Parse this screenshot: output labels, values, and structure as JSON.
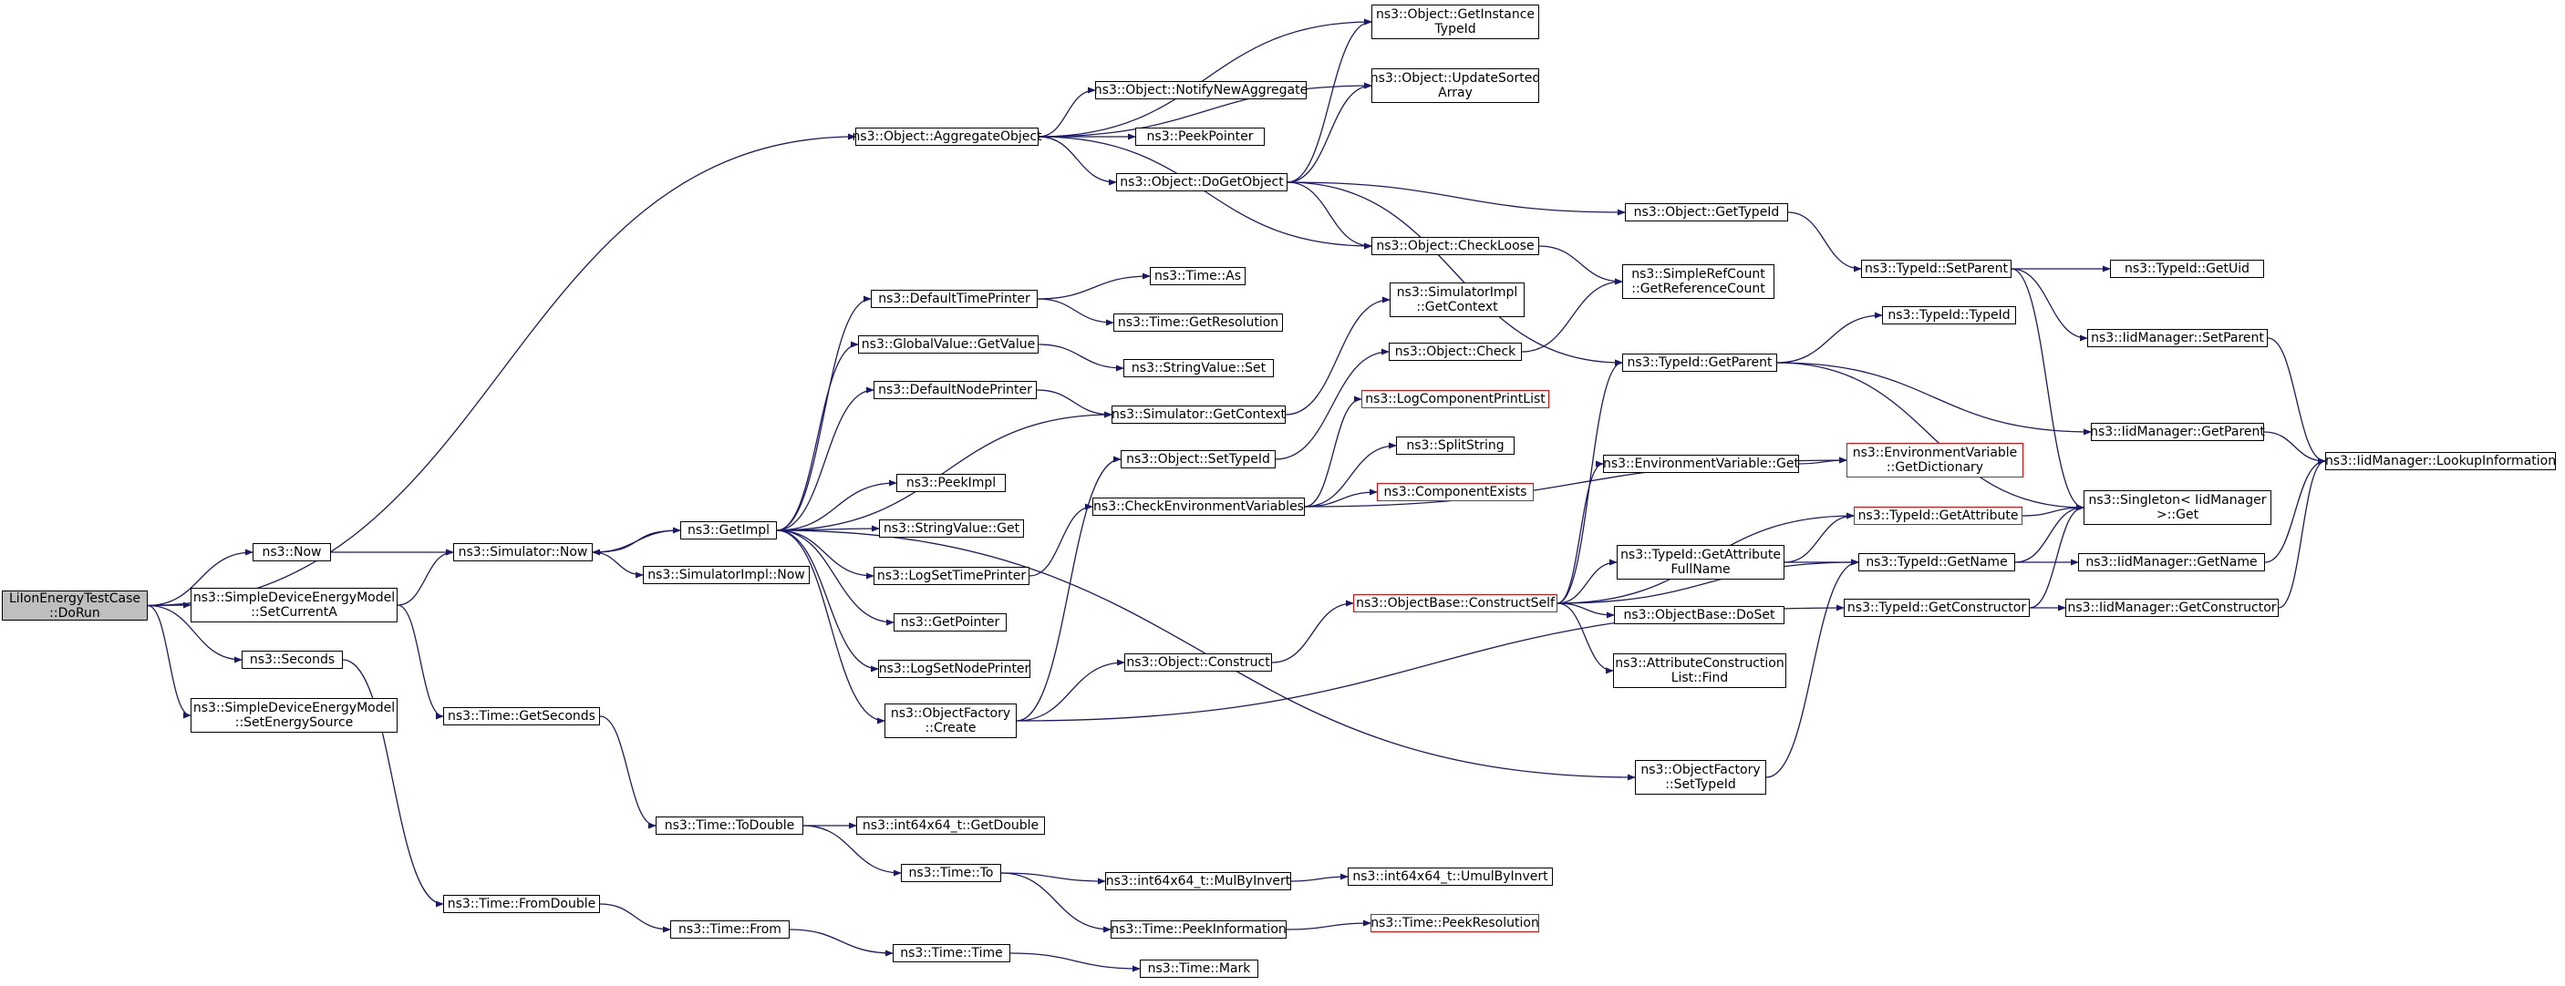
{
  "graph": {
    "edge_color": "#191970",
    "root_fill": "#bfbfbf",
    "truncated_border": "#ff0000",
    "nodes": [
      {
        "id": "root",
        "label": "LiIonEnergyTestCase\n::DoRun",
        "kind": "root"
      },
      {
        "id": "now",
        "label": "ns3::Now"
      },
      {
        "id": "setcur",
        "label": "ns3::SimpleDeviceEnergyModel\n::SetCurrentA"
      },
      {
        "id": "seconds",
        "label": "ns3::Seconds"
      },
      {
        "id": "setsrc",
        "label": "ns3::SimpleDeviceEnergyModel\n::SetEnergySource"
      },
      {
        "id": "aggobj",
        "label": "ns3::Object::AggregateObject"
      },
      {
        "id": "simnow",
        "label": "ns3::Simulator::Now"
      },
      {
        "id": "getsec",
        "label": "ns3::Time::GetSeconds"
      },
      {
        "id": "fromdouble",
        "label": "ns3::Time::FromDouble"
      },
      {
        "id": "getimpl",
        "label": "ns3::GetImpl"
      },
      {
        "id": "simimplnow",
        "label": "ns3::SimulatorImpl::Now"
      },
      {
        "id": "todouble",
        "label": "ns3::Time::ToDouble"
      },
      {
        "id": "timefrom",
        "label": "ns3::Time::From"
      },
      {
        "id": "getinst",
        "label": "ns3::Object::GetInstance\nTypeId"
      },
      {
        "id": "updsorted",
        "label": "ns3::Object::UpdateSorted\nArray"
      },
      {
        "id": "notifyagg",
        "label": "ns3::Object::NotifyNewAggregate"
      },
      {
        "id": "peekptr",
        "label": "ns3::PeekPointer"
      },
      {
        "id": "dogetobj",
        "label": "ns3::Object::DoGetObject"
      },
      {
        "id": "checkloose",
        "label": "ns3::Object::CheckLoose"
      },
      {
        "id": "deftimepr",
        "label": "ns3::DefaultTimePrinter"
      },
      {
        "id": "gvget",
        "label": "ns3::GlobalValue::GetValue"
      },
      {
        "id": "defnodepr",
        "label": "ns3::DefaultNodePrinter"
      },
      {
        "id": "peekimpl",
        "label": "ns3::PeekImpl"
      },
      {
        "id": "svget",
        "label": "ns3::StringValue::Get"
      },
      {
        "id": "logsettp",
        "label": "ns3::LogSetTimePrinter"
      },
      {
        "id": "getpointer",
        "label": "ns3::GetPointer"
      },
      {
        "id": "logsetnp",
        "label": "ns3::LogSetNodePrinter"
      },
      {
        "id": "ofcreate",
        "label": "ns3::ObjectFactory\n::Create"
      },
      {
        "id": "int64getdbl",
        "label": "ns3::int64x64_t::GetDouble"
      },
      {
        "id": "timeto",
        "label": "ns3::Time::To"
      },
      {
        "id": "timetime",
        "label": "ns3::Time::Time"
      },
      {
        "id": "timeas",
        "label": "ns3::Time::As"
      },
      {
        "id": "timegetres",
        "label": "ns3::Time::GetResolution"
      },
      {
        "id": "svset",
        "label": "ns3::StringValue::Set"
      },
      {
        "id": "simgetctx",
        "label": "ns3::Simulator::GetContext"
      },
      {
        "id": "objsettid",
        "label": "ns3::Object::SetTypeId"
      },
      {
        "id": "checkenv",
        "label": "ns3::CheckEnvironmentVariables"
      },
      {
        "id": "objconstruct",
        "label": "ns3::Object::Construct"
      },
      {
        "id": "mulbyinv",
        "label": "ns3::int64x64_t::MulByInvert"
      },
      {
        "id": "peekinfo",
        "label": "ns3::Time::PeekInformation"
      },
      {
        "id": "timemark",
        "label": "ns3::Time::Mark"
      },
      {
        "id": "simimplctx",
        "label": "ns3::SimulatorImpl\n::GetContext"
      },
      {
        "id": "objcheck",
        "label": "ns3::Object::Check"
      },
      {
        "id": "logcpl",
        "label": "ns3::LogComponentPrintList",
        "kind": "truncated"
      },
      {
        "id": "splitstr",
        "label": "ns3::SplitString"
      },
      {
        "id": "compexists",
        "label": "ns3::ComponentExists",
        "kind": "truncated"
      },
      {
        "id": "obconstruct",
        "label": "ns3::ObjectBase::ConstructSelf",
        "kind": "truncated"
      },
      {
        "id": "umulbyinv",
        "label": "ns3::int64x64_t::UmulByInvert"
      },
      {
        "id": "peekres",
        "label": "ns3::Time::PeekResolution",
        "kind": "truncated"
      },
      {
        "id": "objgettid",
        "label": "ns3::Object::GetTypeId"
      },
      {
        "id": "srcgetref",
        "label": "ns3::SimpleRefCount\n::GetReferenceCount"
      },
      {
        "id": "tidgetparent",
        "label": "ns3::TypeId::GetParent"
      },
      {
        "id": "envget",
        "label": "ns3::EnvironmentVariable::Get"
      },
      {
        "id": "tidgetattrfull",
        "label": "ns3::TypeId::GetAttribute\nFullName"
      },
      {
        "id": "obdoset",
        "label": "ns3::ObjectBase::DoSet"
      },
      {
        "id": "attrconsfind",
        "label": "ns3::AttributeConstruction\nList::Find"
      },
      {
        "id": "ofsettid",
        "label": "ns3::ObjectFactory\n::SetTypeId"
      },
      {
        "id": "tidsetparent",
        "label": "ns3::TypeId::SetParent"
      },
      {
        "id": "tidtypeid",
        "label": "ns3::TypeId::TypeId"
      },
      {
        "id": "envgetdict",
        "label": "ns3::EnvironmentVariable\n::GetDictionary",
        "kind": "truncated"
      },
      {
        "id": "tidgetattr",
        "label": "ns3::TypeId::GetAttribute",
        "kind": "truncated"
      },
      {
        "id": "tidgetname",
        "label": "ns3::TypeId::GetName"
      },
      {
        "id": "tidgetcons",
        "label": "ns3::TypeId::GetConstructor"
      },
      {
        "id": "tidgetuid",
        "label": "ns3::TypeId::GetUid"
      },
      {
        "id": "iidsetparent",
        "label": "ns3::IidManager::SetParent"
      },
      {
        "id": "iidgetparent",
        "label": "ns3::IidManager::GetParent"
      },
      {
        "id": "singletonget",
        "label": "ns3::Singleton< IidManager\n >::Get"
      },
      {
        "id": "iidgetname",
        "label": "ns3::IidManager::GetName"
      },
      {
        "id": "iidgetcons",
        "label": "ns3::IidManager::GetConstructor"
      },
      {
        "id": "iidlookup",
        "label": "ns3::IidManager::LookupInformation"
      }
    ]
  }
}
